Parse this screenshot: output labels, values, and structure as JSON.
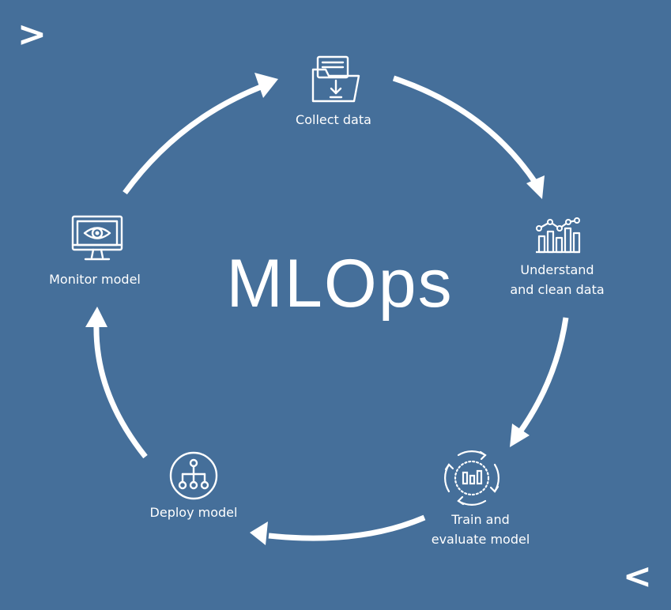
{
  "title": "MLOps",
  "corners": {
    "top_left_glyph": ">",
    "bottom_right_glyph": "<"
  },
  "steps": [
    {
      "label_lines": [
        "Collect data"
      ],
      "icon": "folder-download-icon"
    },
    {
      "label_lines": [
        "Understand",
        "and clean data"
      ],
      "icon": "bar-line-chart-icon"
    },
    {
      "label_lines": [
        "Train and",
        "evaluate model"
      ],
      "icon": "training-cycle-icon"
    },
    {
      "label_lines": [
        "Deploy model"
      ],
      "icon": "network-tree-icon"
    },
    {
      "label_lines": [
        "Monitor model"
      ],
      "icon": "monitor-eye-icon"
    }
  ],
  "colors": {
    "background": "#456f9a",
    "foreground": "#ffffff"
  }
}
